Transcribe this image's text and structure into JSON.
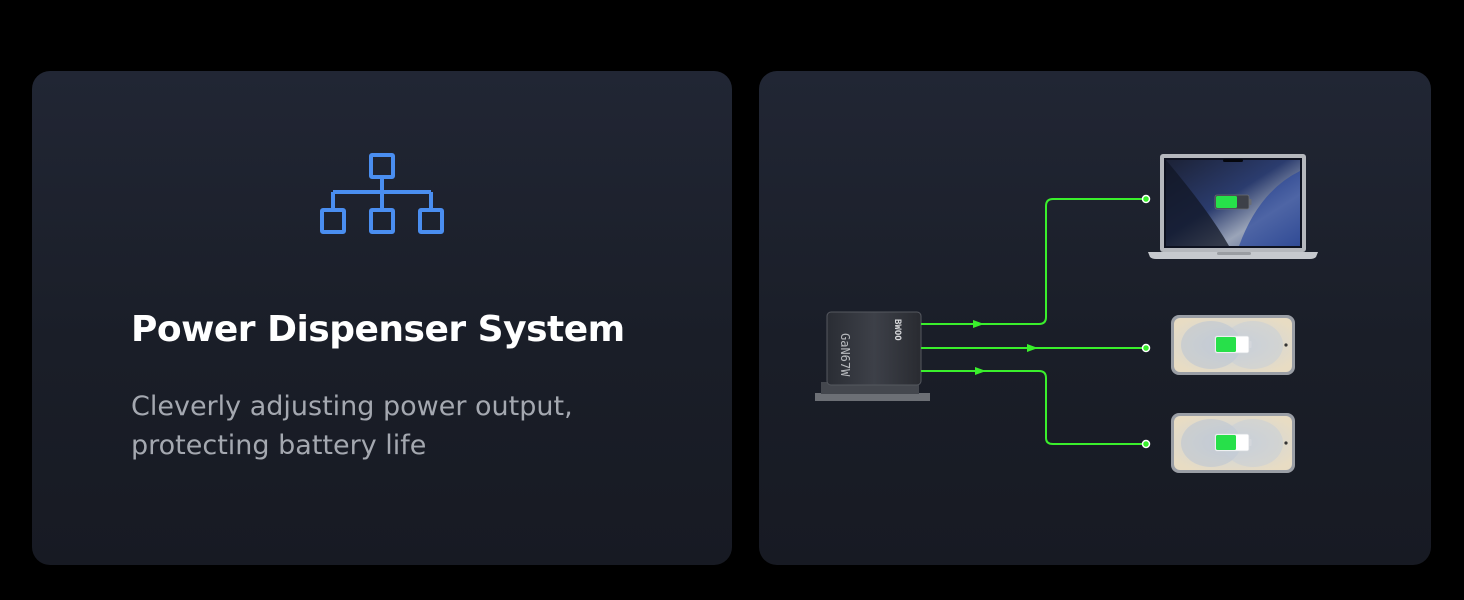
{
  "feature": {
    "title": "Power Dispenser System",
    "description_line1": "Cleverly adjusting power output,",
    "description_line2": "protecting battery life",
    "icon": "network-hierarchy-icon",
    "icon_color": "#4a8ef0"
  },
  "diagram": {
    "charger": {
      "brand": "BWOO",
      "model": "GaN67W"
    },
    "cable_color": "#3aef2c",
    "devices": [
      {
        "name": "laptop",
        "icon": "laptop-icon",
        "battery": "battery-icon"
      },
      {
        "name": "phone-1",
        "icon": "phone-icon",
        "battery": "battery-icon"
      },
      {
        "name": "phone-2",
        "icon": "phone-icon",
        "battery": "battery-icon"
      }
    ]
  }
}
